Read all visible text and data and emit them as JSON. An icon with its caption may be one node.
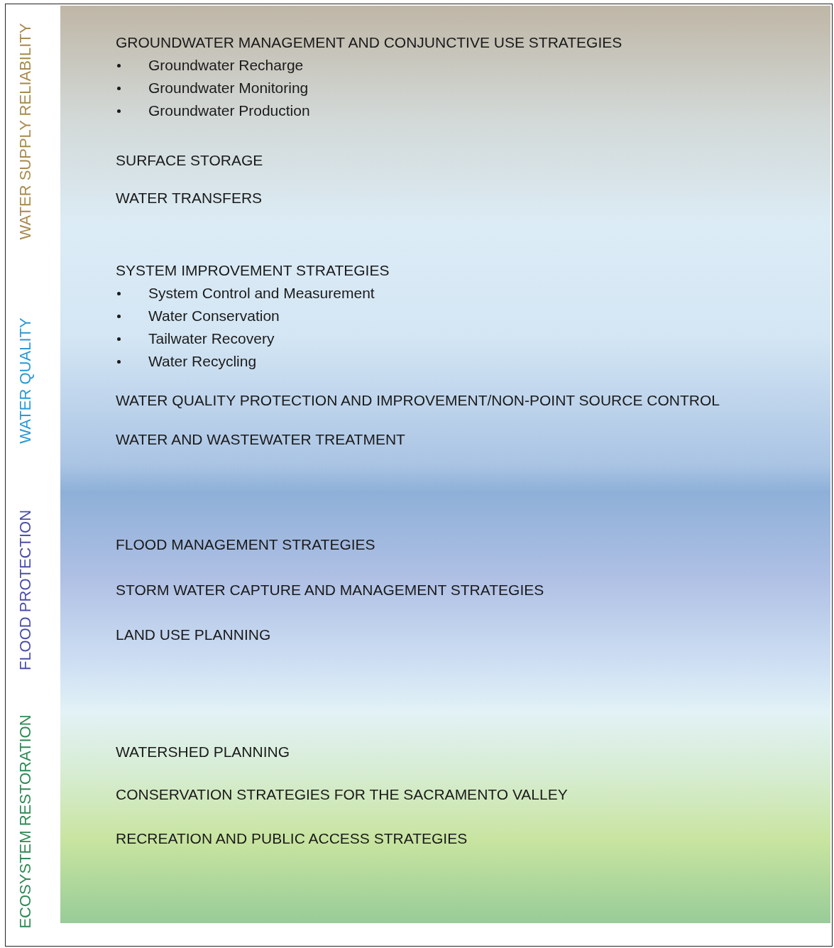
{
  "diagram": {
    "nodes": [
      {
        "text": [
          "WATER SUPPLY RELIABILITY",
          "GROUNDWATER MANAGEMENT AND CONJUNCTIVE USE STRATEGIES",
          "Groundwater Recharge",
          "Groundwater Monitoring",
          "Groundwater Production",
          "SURFACE STORAGE",
          "WATER TRANSFERS"
        ]
      },
      {
        "text": [
          "WATER QUALITY",
          "SYSTEM IMPROVEMENT STRATEGIES",
          "System Control and Measurement",
          "Water Conservation",
          "Tailwater Recovery",
          "Water Recycling",
          "WATER QUALITY PROTECTION AND IMPROVEMENT/NON-POINT SOURCE CONTROL",
          "WATER AND WASTEWATER TREATMENT"
        ]
      },
      {
        "text": [
          "FLOOD PROTECTION",
          "FLOOD MANAGEMENT STRATEGIES",
          "STORM WATER CAPTURE AND MANAGEMENT STRATEGIES",
          "LAND USE PLANNING"
        ]
      },
      {
        "text": [
          "ECOSYSTEM RESTORATION",
          "WATERSHED PLANNING",
          "CONSERVATION STRATEGIES FOR THE SACRAMENTO VALLEY",
          "RECREATION AND PUBLIC ACCESS STRATEGIES"
        ]
      }
    ],
    "edges": []
  }
}
